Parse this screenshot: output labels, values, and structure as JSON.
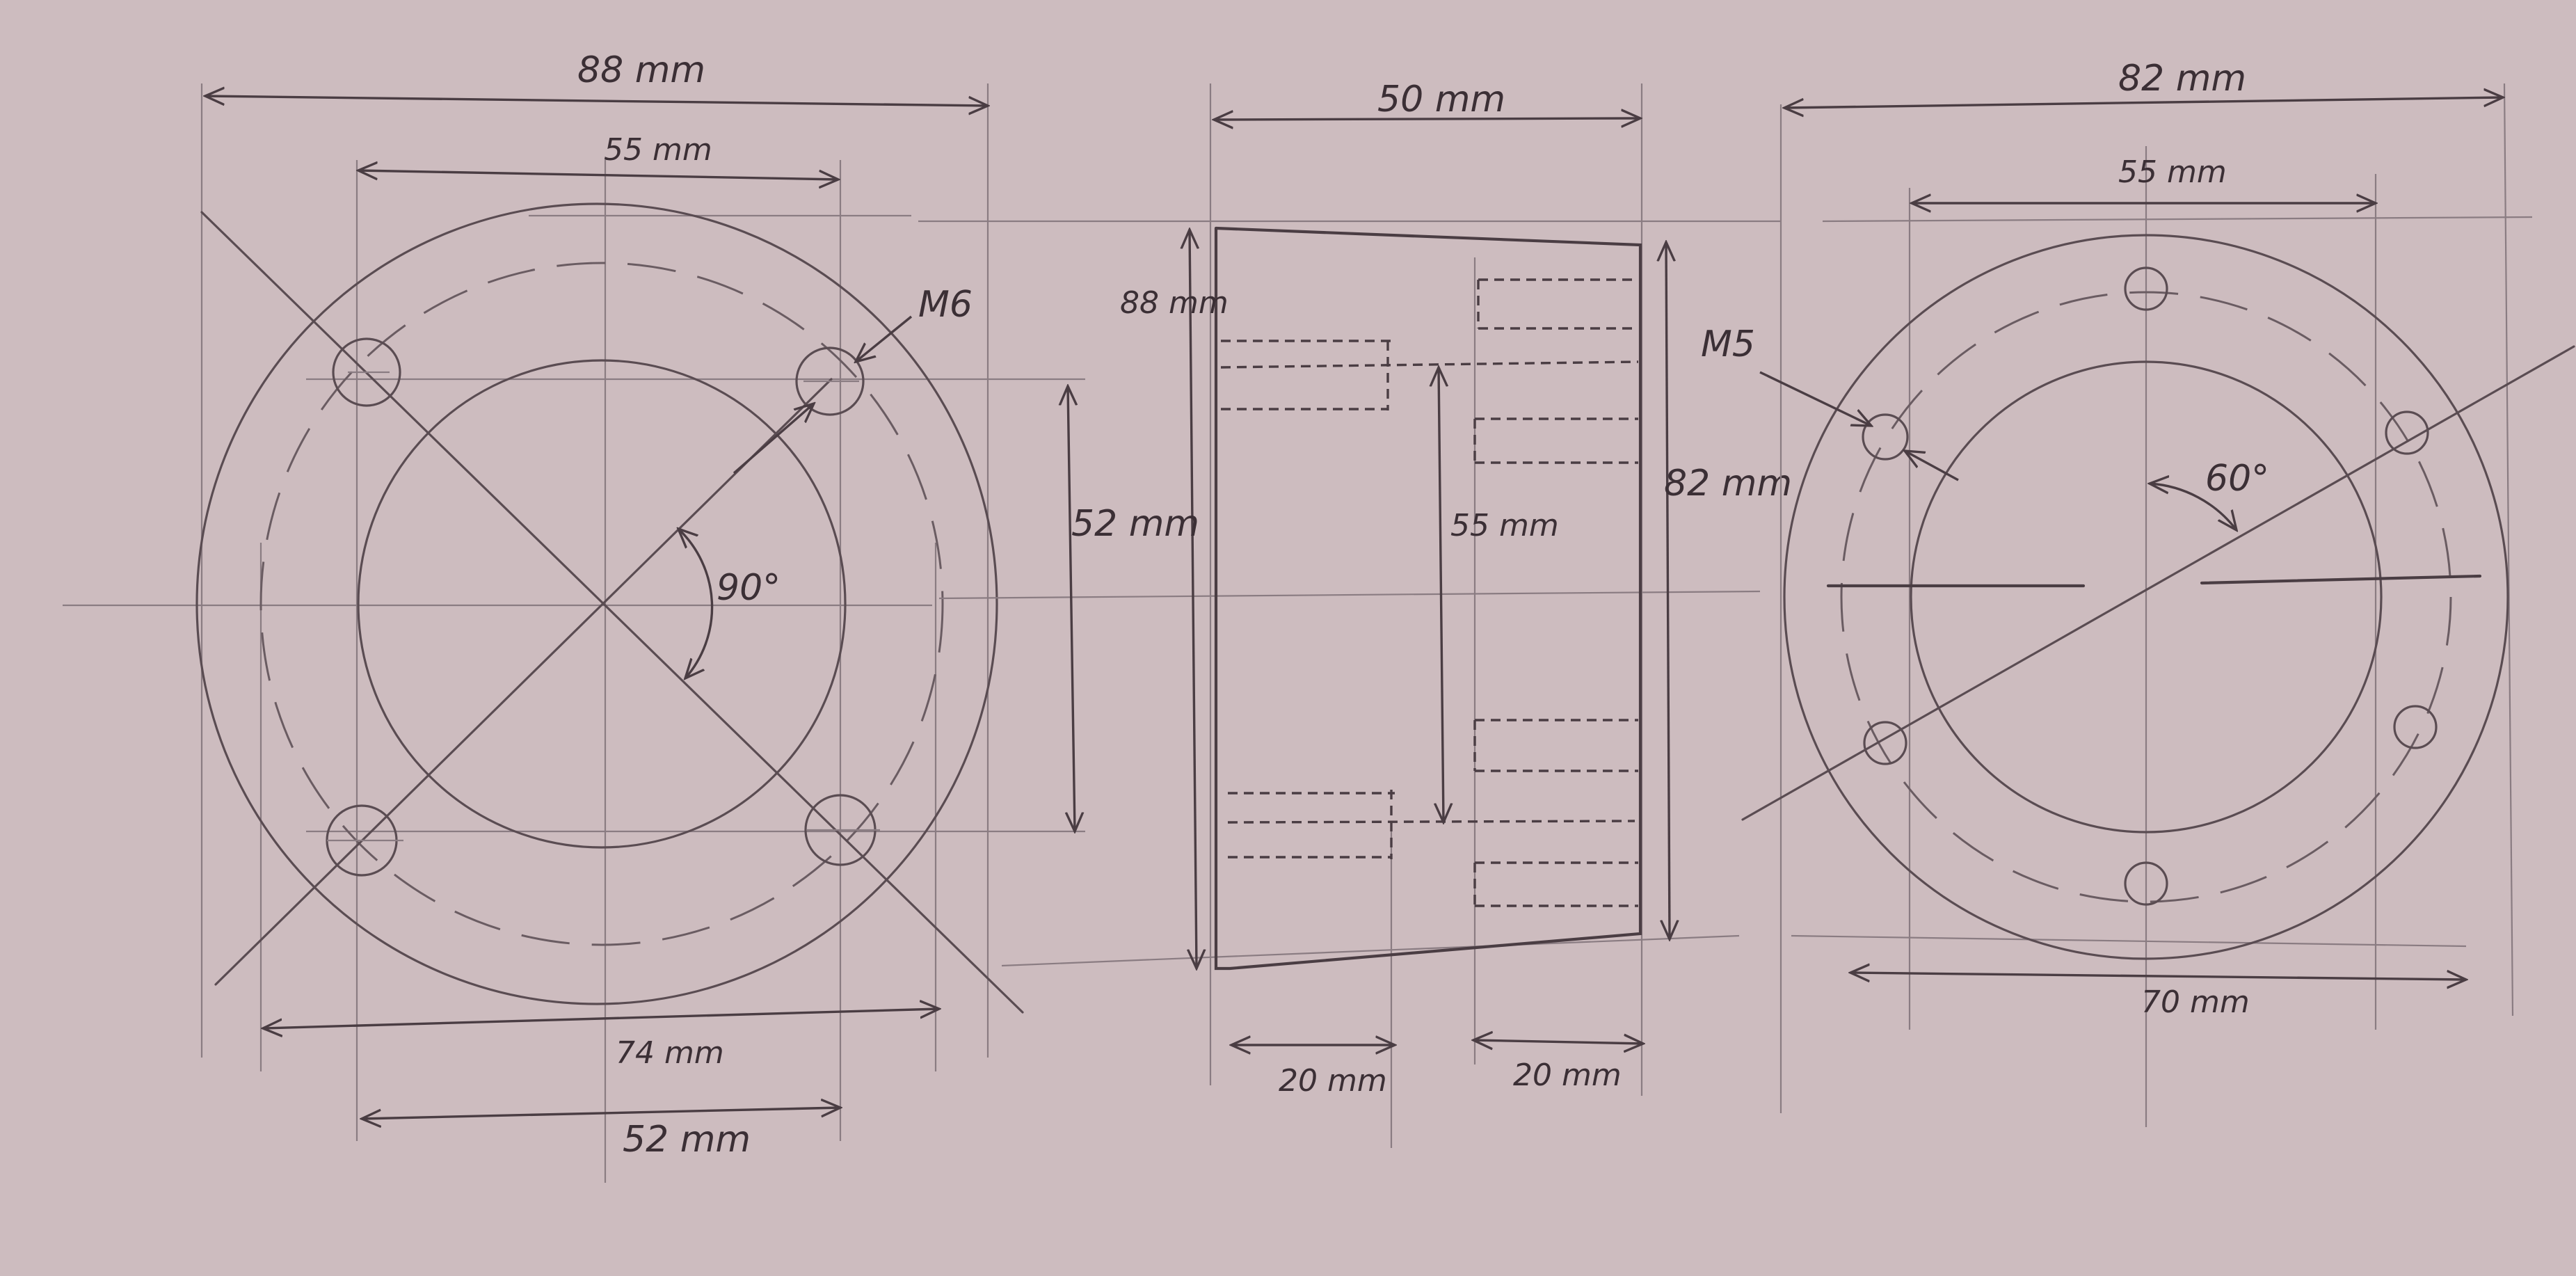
{
  "colors": {
    "paper": "#cdbcbf",
    "pencil": "#4a3d43"
  },
  "left_view": {
    "dim_outer": "88 mm",
    "dim_bolt_top": "55 mm",
    "dim_bottom_outer": "74 mm",
    "dim_bottom_inner": "52 mm",
    "thread": "M6",
    "angle": "90°",
    "holes": 4
  },
  "side_view": {
    "dim_length": "50 mm",
    "dim_left_height": "88 mm",
    "dim_right_height": "82 mm",
    "dim_left_bolt": "52 mm",
    "dim_right_bolt": "55 mm",
    "dim_left_depth": "20 mm",
    "dim_right_depth": "20 mm"
  },
  "right_view": {
    "dim_outer": "82 mm",
    "dim_bolt": "55 mm",
    "dim_bottom": "70 mm",
    "thread": "M5",
    "angle": "60°",
    "holes": 6
  }
}
